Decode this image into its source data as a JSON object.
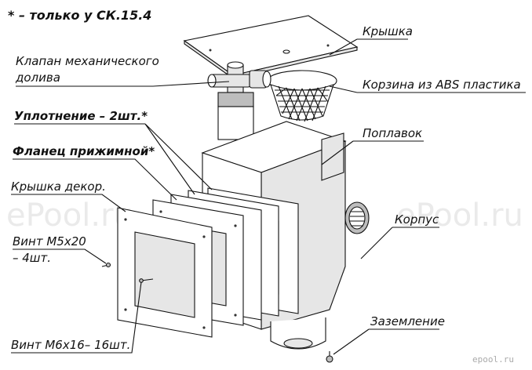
{
  "title_note": "* – только у СК.15.4",
  "labels": {
    "lid": "Крышка",
    "valve_line1": "Клапан механического",
    "valve_line2": "долива",
    "basket": "Корзина из ABS пластика",
    "seal": "Уплотнение – 2шт.*",
    "float": "Поплавок",
    "flange": "Фланец прижимной*",
    "deco_cover": "Крышка декор.",
    "screw_m5_line1": "Винт М5х20",
    "screw_m5_line2": "– 4шт.",
    "body": "Корпус",
    "grounding": "Заземление",
    "screw_m6": "Винт М6х16– 16шт."
  },
  "watermarks": {
    "main": "ePool.ru",
    "small": "epool.ru"
  }
}
